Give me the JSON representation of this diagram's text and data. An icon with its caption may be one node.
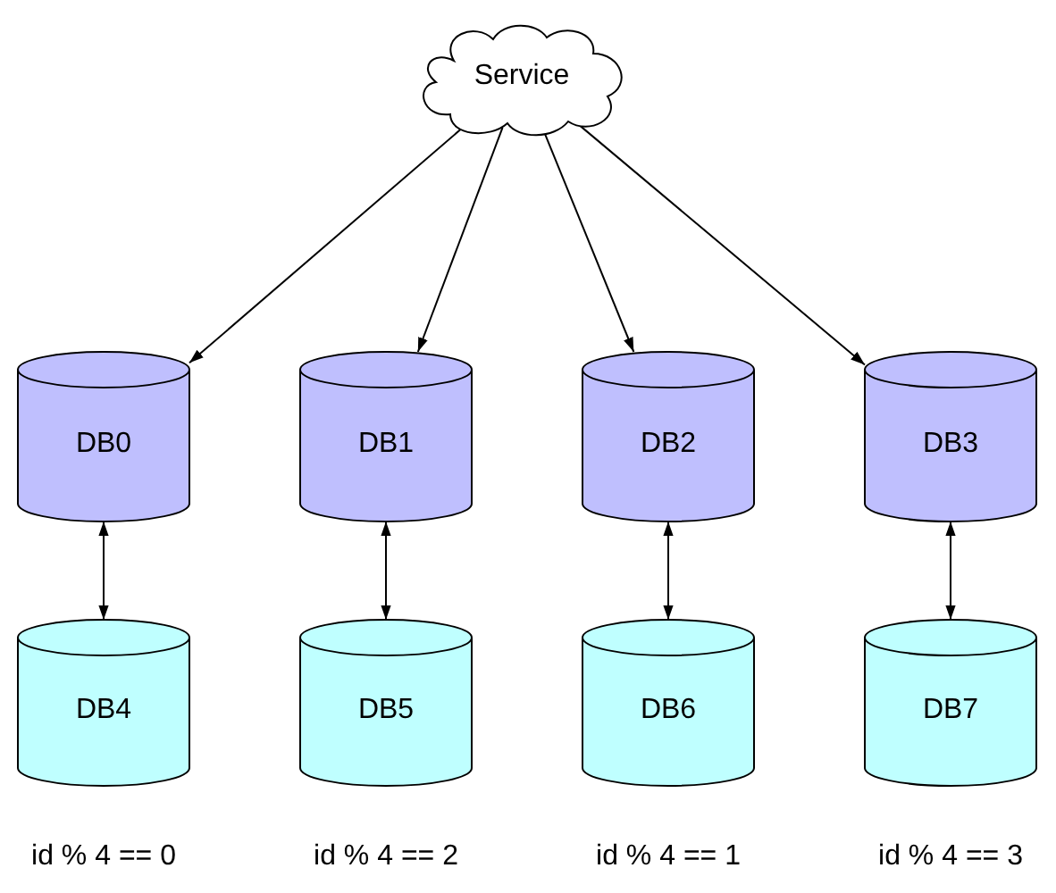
{
  "diagram": {
    "nodes": [
      {
        "text": [
          "Service"
        ]
      },
      {
        "text": [
          "DB0"
        ]
      },
      {
        "text": [
          "DB1"
        ]
      },
      {
        "text": [
          "DB2"
        ]
      },
      {
        "text": [
          "DB3"
        ]
      },
      {
        "text": [
          "DB4"
        ],
        "beside": [
          "id % 4 == 0"
        ]
      },
      {
        "text": [
          "DB5"
        ],
        "beside": [
          "id % 4 == 2"
        ]
      },
      {
        "text": [
          "DB6"
        ],
        "beside": [
          "id % 4 == 1"
        ]
      },
      {
        "text": [
          "DB7"
        ],
        "beside": [
          "id % 4 == 3"
        ]
      }
    ],
    "edges": [
      {
        "from": 0,
        "to": 1,
        "arrow": "to"
      },
      {
        "from": 0,
        "to": 2,
        "arrow": "to"
      },
      {
        "from": 0,
        "to": 3,
        "arrow": "to"
      },
      {
        "from": 0,
        "to": 4,
        "arrow": "to"
      },
      {
        "from": 1,
        "to": 5,
        "arrow": "both"
      },
      {
        "from": 2,
        "to": 6,
        "arrow": "both"
      },
      {
        "from": 3,
        "to": 7,
        "arrow": "both"
      },
      {
        "from": 4,
        "to": 8,
        "arrow": "both"
      }
    ]
  }
}
